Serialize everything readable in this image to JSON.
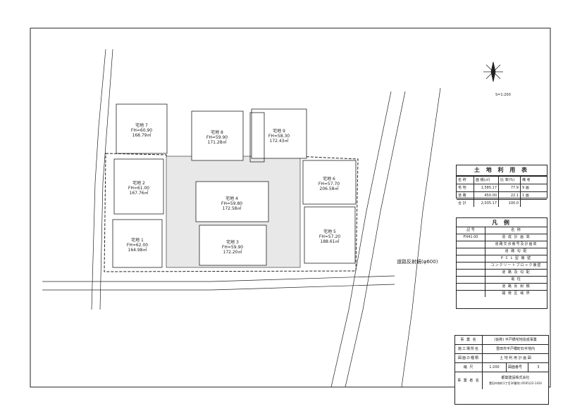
{
  "drawing": {
    "scale_note": "S=1:200",
    "road_label": "道路反射鏡(φ600)",
    "north_mark": "north-arrow"
  },
  "lots": [
    {
      "name": "宅地 7",
      "fh": "FH=60.90",
      "area": "168.79㎡"
    },
    {
      "name": "宅地 8",
      "fh": "FH=59.90",
      "area": "171.28㎡"
    },
    {
      "name": "宅地 9",
      "fh": "FH=58.30",
      "area": "172.43㎡"
    },
    {
      "name": "宅地 2",
      "fh": "FH=61.00",
      "area": "167.76㎡"
    },
    {
      "name": "宅地 6",
      "fh": "FH=57.70",
      "area": "206.58㎡"
    },
    {
      "name": "宅地 4",
      "fh": "FH=59.80",
      "area": "172.58㎡"
    },
    {
      "name": "宅地 1",
      "fh": "FH=62.00",
      "area": "164.98㎡"
    },
    {
      "name": "宅地 3",
      "fh": "FH=59.90",
      "area": "172.20㎡"
    },
    {
      "name": "宅地 5",
      "fh": "FH=57.20",
      "area": "188.61㎡"
    }
  ],
  "land_use_table": {
    "title": "土 地 利 用 表",
    "headers": [
      "名 称",
      "面 積(㎡)",
      "比 率(%)",
      "備 考"
    ],
    "rows": [
      [
        "宅 地",
        "1,585.17",
        "77.9",
        "9 画"
      ],
      [
        "道 路",
        "450.00",
        "22.1",
        "1 画"
      ],
      [
        "合 計",
        "2,035.17",
        "100.0",
        ""
      ]
    ]
  },
  "legend": {
    "title": "凡 例",
    "headers": [
      "記 号",
      "名 称"
    ],
    "items": [
      {
        "symbol": "FH41.00",
        "name": "造 成 計 画 高"
      },
      {
        "symbol": "",
        "name": "道路交点番号及計画高"
      },
      {
        "symbol": "",
        "name": "道 路 勾 配"
      },
      {
        "symbol": "",
        "name": "P C L 型 擁 壁"
      },
      {
        "symbol": "",
        "name": "コンクリートブロック擁壁"
      },
      {
        "symbol": "",
        "name": "道 路 及 勾 配"
      },
      {
        "symbol": "",
        "name": "電 柱"
      },
      {
        "symbol": "",
        "name": "道 路 反 射 鏡"
      },
      {
        "symbol": "",
        "name": "開 発 区 域 界"
      }
    ]
  },
  "title_block": {
    "rows": [
      {
        "key": "事 業 名",
        "value": "(仮称) 平戸橋宅地造成事業"
      },
      {
        "key": "施工場所名",
        "value": "豊田市平戸橋町石平地内"
      },
      {
        "key": "図面の種類",
        "value": "土 地 利 用 計 画 図"
      },
      {
        "key": "縮 尺",
        "value": "1:200",
        "extra_key": "図面番号",
        "extra_value": "3"
      },
      {
        "key": "事 業 者 名",
        "value": "都築建設株式会社",
        "sub": "豊田市和町1丁目30番地 (0565)22-1424"
      }
    ]
  },
  "colors": {
    "line": "#222222",
    "hatch": "#bbbbbb",
    "paper": "#ffffff"
  }
}
